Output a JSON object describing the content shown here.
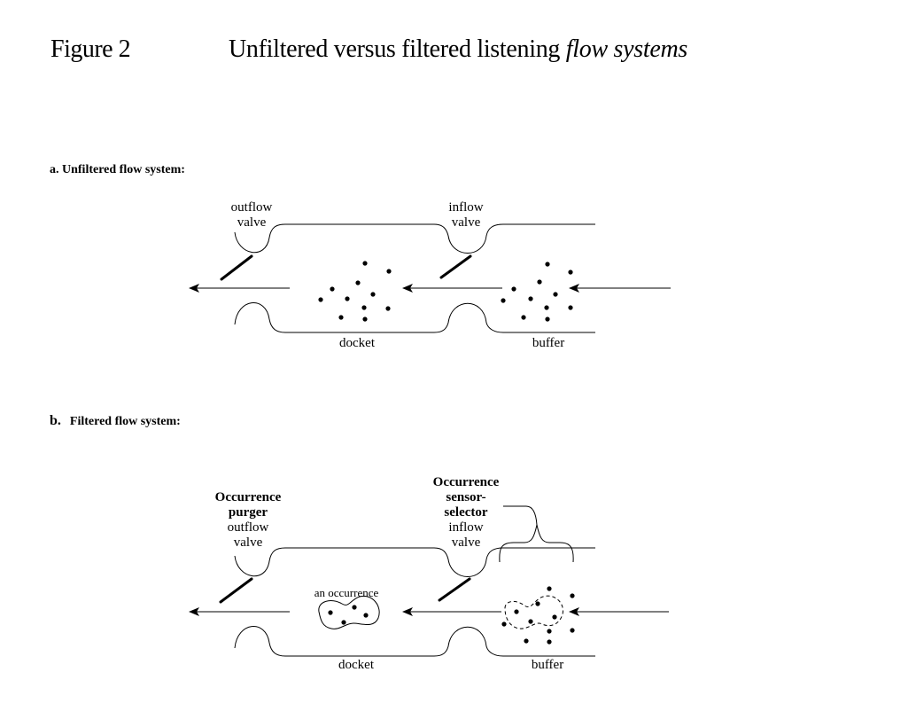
{
  "figure": {
    "label": "Figure 2",
    "title_regular": "Unfiltered versus filtered listening ",
    "title_italic": "flow systems"
  },
  "section_a": {
    "heading": "a. Unfiltered flow system:",
    "outflow_line1": "outflow",
    "outflow_line2": "valve",
    "inflow_line1": "inflow",
    "inflow_line2": "valve",
    "docket": "docket",
    "buffer": "buffer"
  },
  "section_b": {
    "heading_letter": "b.",
    "heading_text": "Filtered flow system:",
    "purger_line1": "Occurrence",
    "purger_line2": "purger",
    "outflow_line1": "outflow",
    "outflow_line2": "valve",
    "sensor_line1": "Occurrence",
    "sensor_line2": "sensor-",
    "sensor_line3": "selector",
    "inflow_line1": "inflow",
    "inflow_line2": "valve",
    "occurrence": "an occurrence",
    "docket": "docket",
    "buffer": "buffer"
  }
}
